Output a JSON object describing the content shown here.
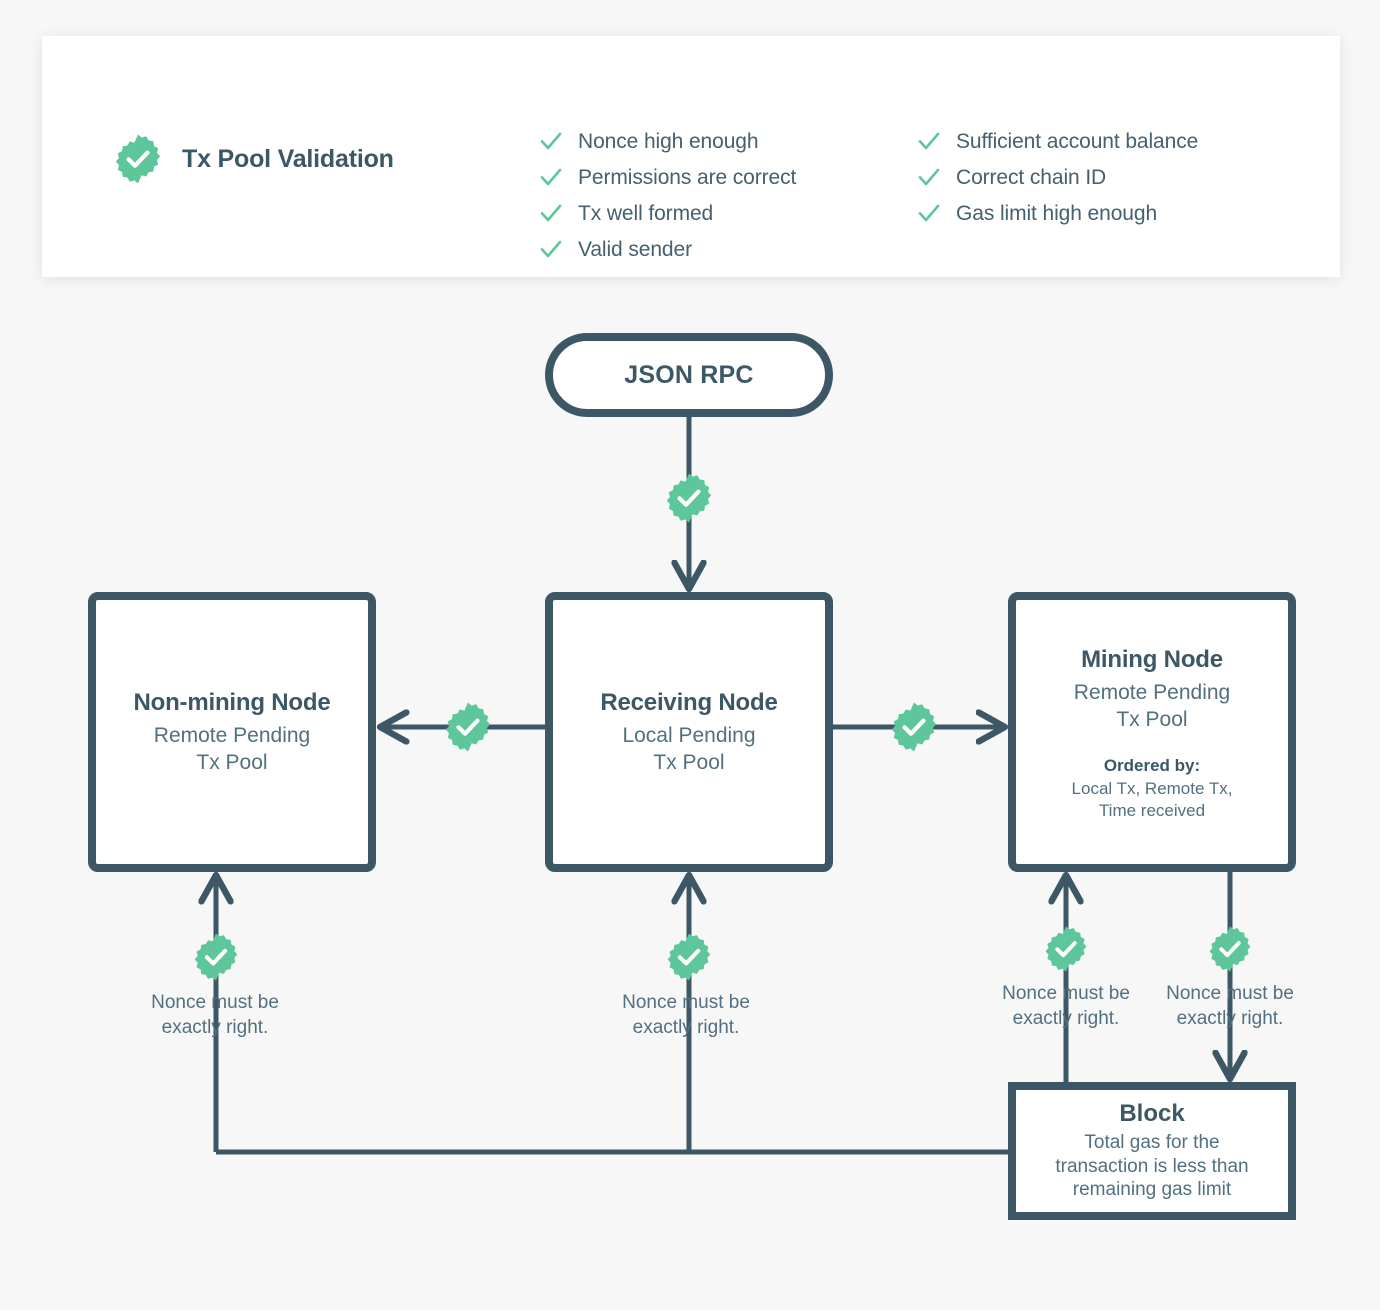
{
  "theme": {
    "background": "#f7f7f7",
    "ink": "#3c5766",
    "ink_soft": "#52707f",
    "accent_green": "#5ec69b",
    "card_bg": "#ffffff"
  },
  "header": {
    "badge_icon": "verified-check-seal-icon",
    "title": "Tx Pool Validation",
    "checklist_column_1": [
      "Nonce high enough",
      "Permissions are correct",
      "Tx well formed",
      "Valid sender"
    ],
    "checklist_column_2": [
      "Sufficient account balance",
      "Correct chain ID",
      "Gas limit high enough"
    ]
  },
  "diagram": {
    "entry": {
      "title": "JSON RPC"
    },
    "nodes": [
      {
        "id": "non-mining",
        "title": "Non-mining Node",
        "subtitle": "Remote Pending\nTx Pool",
        "sub_line_1": "Remote Pending",
        "sub_line_2": "Tx Pool"
      },
      {
        "id": "receiving",
        "title": "Receiving Node",
        "sub_line_1": "Local Pending",
        "sub_line_2": "Tx Pool"
      },
      {
        "id": "mining",
        "title": "Mining Node",
        "sub_line_1": "Remote Pending",
        "sub_line_2": "Tx Pool",
        "order_label": "Ordered by:",
        "order_line_1": "Local Tx, Remote Tx,",
        "order_line_2": "Time received"
      }
    ],
    "block": {
      "title": "Block",
      "line_1": "Total gas for the",
      "line_2": "transaction is less than",
      "line_3": "remaining gas limit"
    },
    "notes": {
      "nonce_note_line_1": "Nonce must be",
      "nonce_note_line_2": "exactly right."
    },
    "badge_icon_name": "validation-check-seal-icon"
  }
}
